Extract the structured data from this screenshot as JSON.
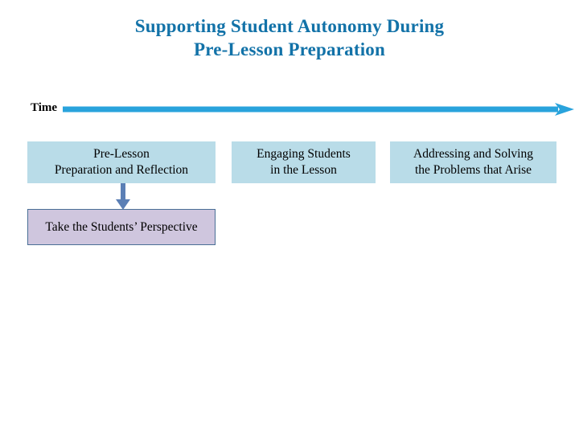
{
  "slide": {
    "title_lines": [
      "Supporting Student Autonomy During",
      "Pre-Lesson Preparation"
    ],
    "title_color": "#1272a8",
    "background_color": "#ffffff"
  },
  "timeline": {
    "label": "Time",
    "arrow_icon": "right-arrow-icon",
    "arrow_color": "#29a3dc",
    "direction": "left-to-right"
  },
  "phases": [
    {
      "id": "pre-lesson-preparation-and-reflection",
      "lines": [
        "Pre-Lesson",
        "Preparation and Reflection"
      ],
      "fill_color": "#b9dce8"
    },
    {
      "id": "engaging-students-in-the-lesson",
      "lines": [
        "Engaging Students",
        "in the Lesson"
      ],
      "fill_color": "#b9dce8"
    },
    {
      "id": "addressing-and-solving-the-problems-that-arise",
      "lines": [
        "Addressing and Solving",
        "the Problems that Arise"
      ],
      "fill_color": "#b9dce8"
    }
  ],
  "connector": {
    "icon": "down-arrow-icon",
    "color": "#5b7fb5"
  },
  "detail_box": {
    "label": "Take the Students’ Perspective",
    "fill_color": "#cfc6de",
    "border_color": "#4a6f96"
  }
}
